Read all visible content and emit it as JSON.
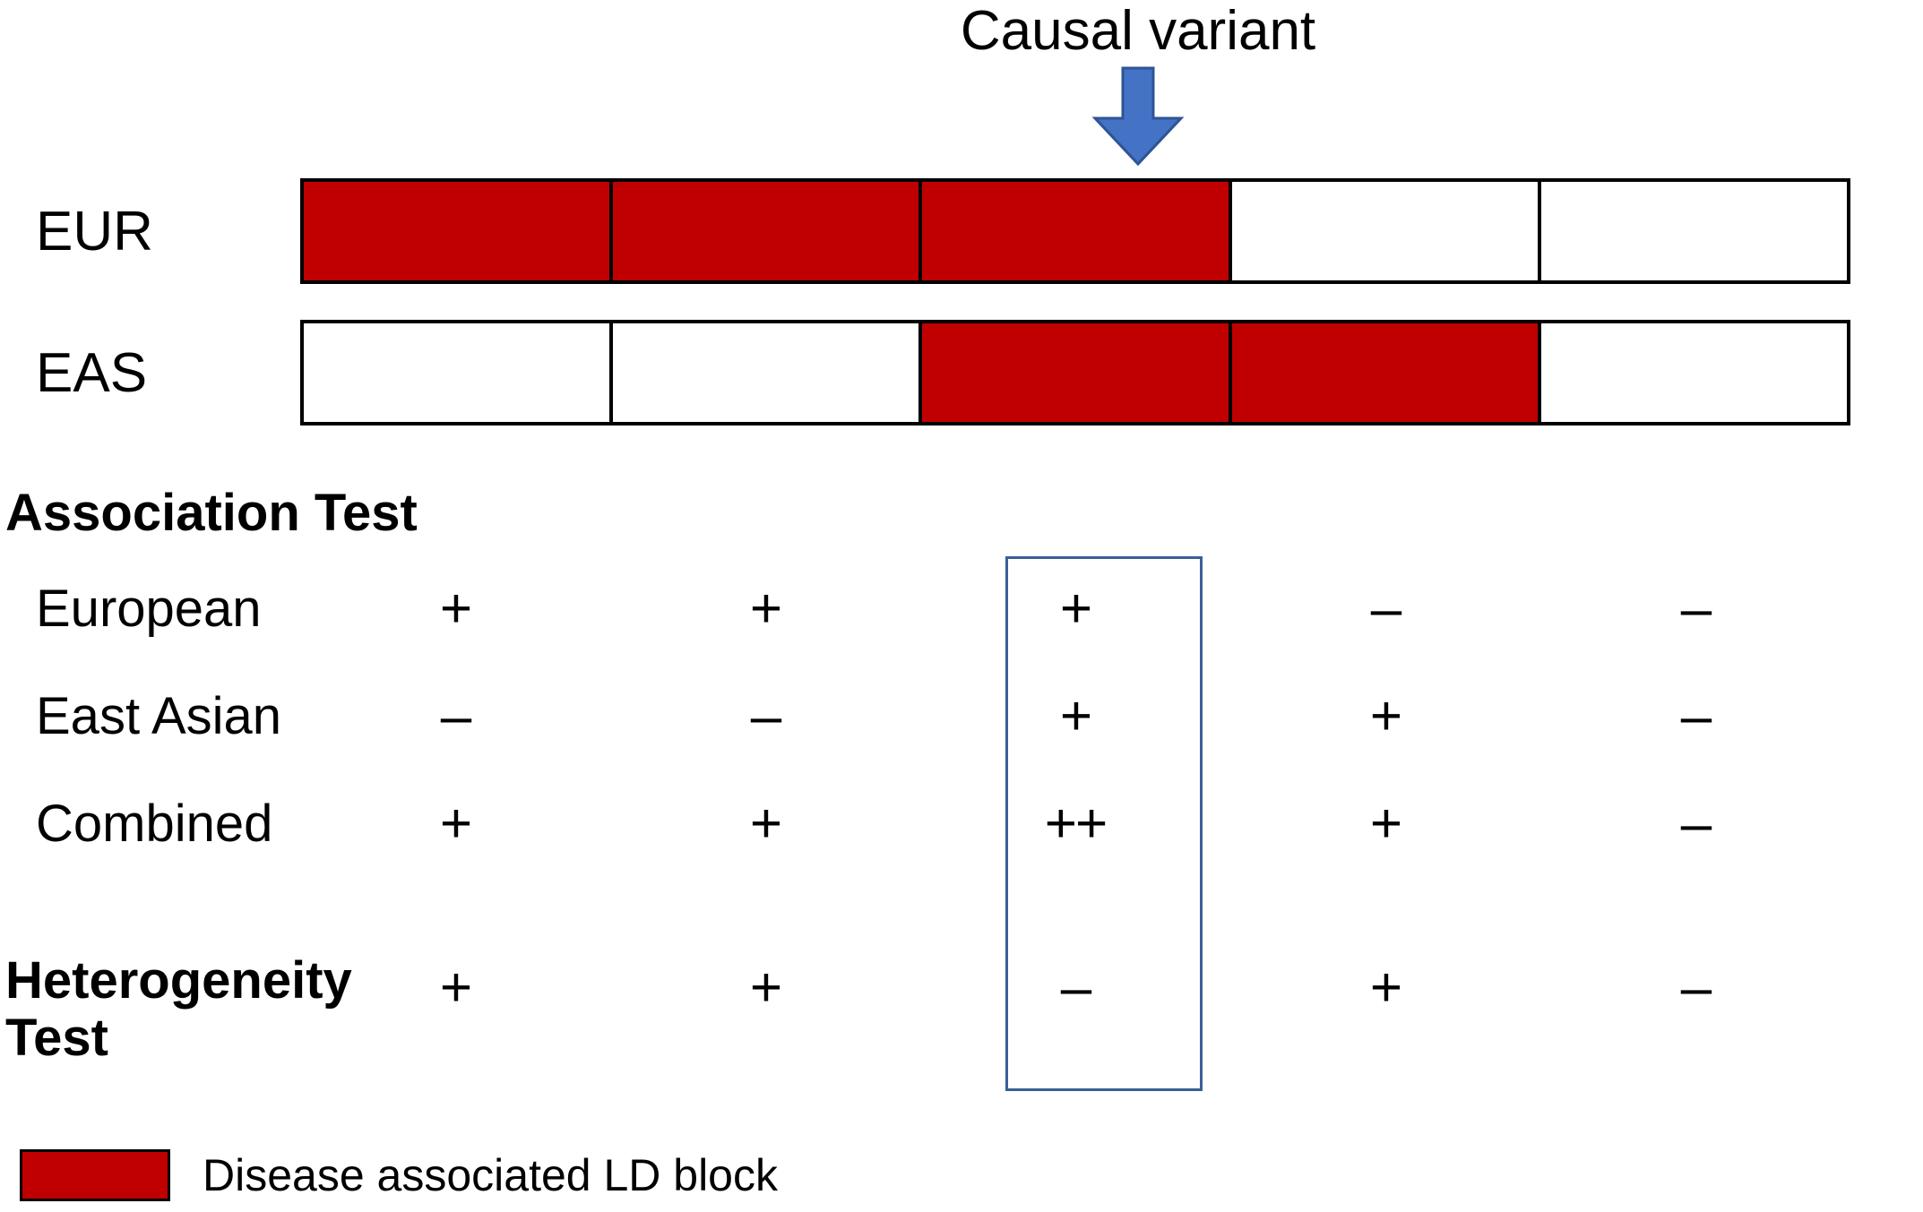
{
  "annotation": {
    "causal_variant_label": "Causal variant",
    "arrow_icon": "down-arrow-icon",
    "arrow_color": "#4472C4",
    "arrow_stroke": "#2E5496"
  },
  "ld_panel": {
    "block_count": 5,
    "filled_color": "#C00000",
    "empty_color": "#FFFFFF",
    "border_color": "#000000",
    "rows": [
      {
        "label": "EUR",
        "blocks": [
          true,
          true,
          true,
          false,
          false
        ]
      },
      {
        "label": "EAS",
        "blocks": [
          false,
          false,
          true,
          true,
          false
        ]
      }
    ]
  },
  "association_test": {
    "heading": "Association Test",
    "rows": [
      {
        "label": "European",
        "values": [
          "+",
          "+",
          "+",
          "–",
          "–"
        ]
      },
      {
        "label": "East Asian",
        "values": [
          "–",
          "–",
          "+",
          "+",
          "–"
        ]
      },
      {
        "label": "Combined",
        "values": [
          "+",
          "+",
          "++",
          "+",
          "–"
        ]
      }
    ]
  },
  "heterogeneity_test": {
    "heading": "Heterogeneity Test",
    "row": {
      "label": "",
      "values": [
        "+",
        "+",
        "–",
        "+",
        "–"
      ]
    }
  },
  "highlight": {
    "column_index": 3,
    "border_color": "#3A5F96"
  },
  "legend": {
    "swatch_color": "#C00000",
    "label": "Disease associated LD block"
  }
}
